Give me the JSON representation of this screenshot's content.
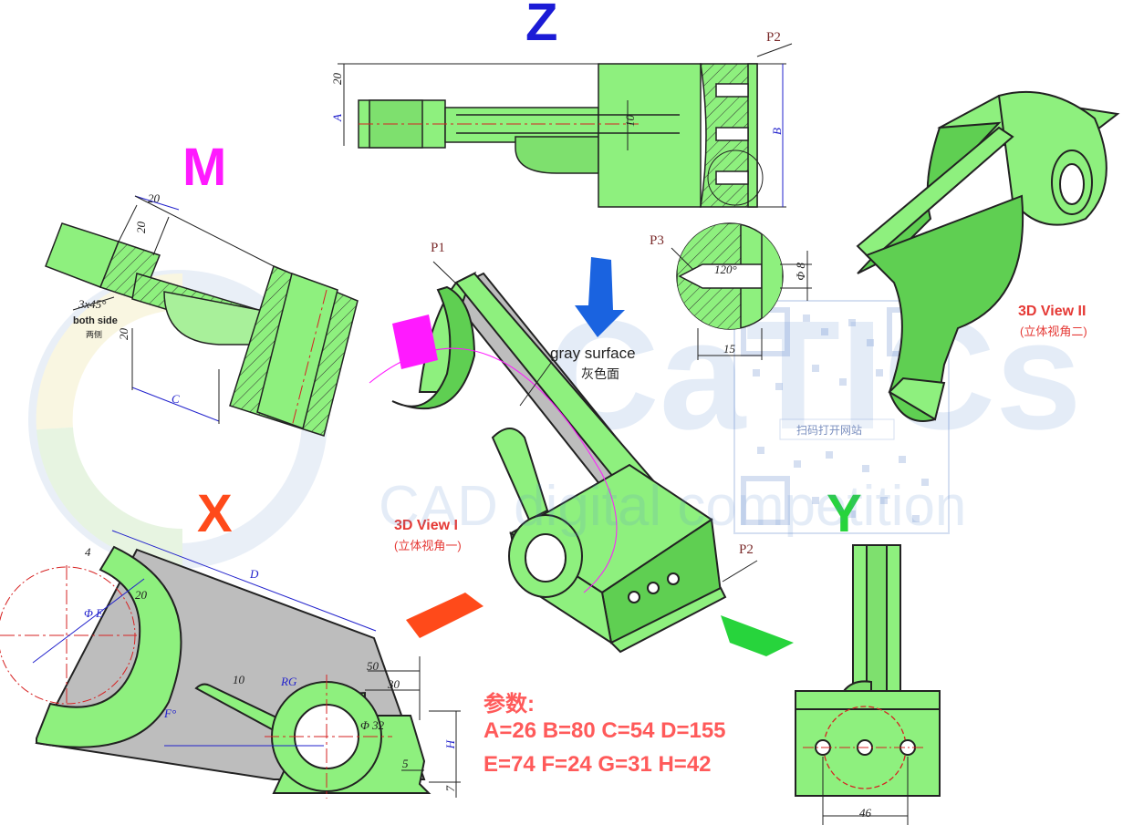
{
  "views": {
    "z_label": "Z",
    "m_label": "M",
    "x_label": "X",
    "y_label": "Y"
  },
  "annotations": {
    "p1": "P1",
    "p2_top": "P2",
    "p2_iso": "P2",
    "p3": "P3",
    "angle": "120°",
    "phi8": "Φ 8",
    "gray_surface_en": "gray surface",
    "gray_surface_cn": "灰色面",
    "view1_en": "3D View I",
    "view1_cn": "(立体视角一)",
    "view2_en": "3D View II",
    "view2_cn": "(立体视角二)",
    "chamfer": "3x45°",
    "both_side_en": "both side",
    "both_side_cn": "两侧",
    "qr_caption": "扫码打开网站",
    "watermark": "CAD digital competition"
  },
  "dimensions": {
    "z_20": "20",
    "z_a": "A",
    "z_10": "10",
    "z_b": "B",
    "z_15": "15",
    "m_20a": "20",
    "m_20b": "20",
    "m_20c": "20",
    "m_c": "C",
    "x_4": "4",
    "x_d": "D",
    "x_phie": "Φ E",
    "x_20": "20",
    "x_10": "10",
    "x_rg": "RG",
    "x_50": "50",
    "x_30": "30",
    "x_f": "F°",
    "x_phi32": "Φ 32",
    "x_h": "H",
    "x_5": "5",
    "x_7": "7",
    "y_46": "46"
  },
  "parameters": {
    "title": "参数:",
    "line1": "A=26 B=80 C=54 D=155",
    "line2": "E=74 F=24 G=31 H=42"
  },
  "colors": {
    "part_green": "#8ef07e",
    "part_dark": "#5fcf52",
    "gray_surface": "#bdbdbd",
    "z_blue": "#1b1bd6",
    "m_magenta": "#ff1aff",
    "x_orange": "#ff4a1a",
    "y_green": "#27d43c",
    "dim_blue": "#2222cc",
    "center_red": "#d62222"
  }
}
